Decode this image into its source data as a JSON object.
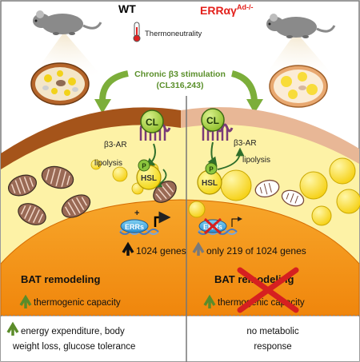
{
  "left": {
    "title": "WT",
    "receptor": "β3-AR",
    "ligand": "CL",
    "lipolysis": "lipolysis",
    "phospho": "P",
    "enzyme": "HSL",
    "plus": "+",
    "nuclear_receptor": "ERRs",
    "genes": "1024 genes",
    "remodeling": "BAT remodeling",
    "capacity": "thermogenic capacity",
    "outcome_line1": "energy expenditure, body",
    "outcome_line2": "weight loss, glucose tolerance"
  },
  "right": {
    "title_main": "ERRαγ",
    "title_sup": "Ad-/-",
    "receptor": "β3-AR",
    "ligand": "CL",
    "lipolysis": "lipolysis",
    "phospho": "P",
    "enzyme": "HSL",
    "nuclear_receptor": "ERRs",
    "genes": "only 219 of 1024 genes",
    "remodeling": "BAT remodeling",
    "capacity": "thermogenic capacity",
    "outcome_line1": "no metabolic",
    "outcome_line2": "response"
  },
  "center": {
    "condition": "Thermoneutrality",
    "stimulus_line1": "Chronic β3 stimulation",
    "stimulus_line2": "(CL316,243)"
  },
  "colors": {
    "wt_title": "#000000",
    "ko_title": "#e3211c",
    "stimulus": "#5a8f2a",
    "up_arrow_green": "#5b8c2a",
    "red_cross": "#d62020",
    "nucleus_orange": "#f08c12",
    "fat_yellow": "#fbe24a"
  }
}
